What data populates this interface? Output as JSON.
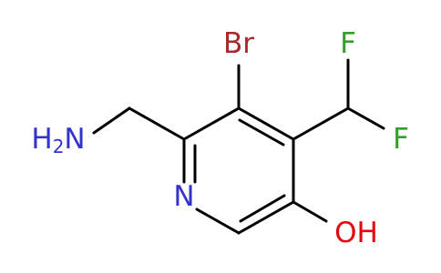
{
  "molecule": {
    "atoms": {
      "amine": {
        "label": "H",
        "subscript": "2",
        "suffix": "N",
        "color": "#3333cc"
      },
      "ring_nitrogen": {
        "label": "N",
        "color": "#3333cc"
      },
      "bromine": {
        "label": "Br",
        "color": "#a52a2a"
      },
      "fluorine_top": {
        "label": "F",
        "color": "#33a02c"
      },
      "fluorine_right": {
        "label": "F",
        "color": "#33a02c"
      },
      "hydroxyl": {
        "label": "OH",
        "color": "#e8000b"
      }
    },
    "bond_color": "#000000"
  }
}
